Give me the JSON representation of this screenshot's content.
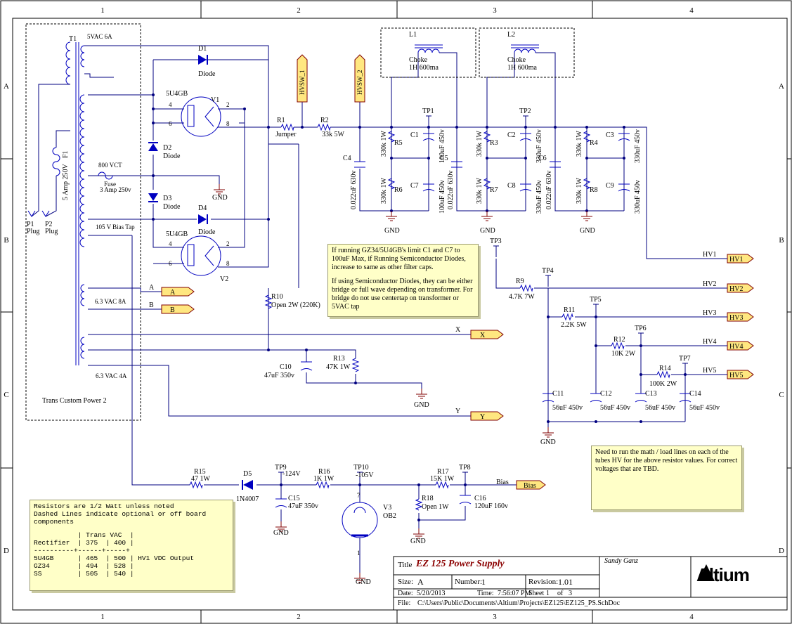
{
  "border": {
    "cols": [
      "1",
      "2",
      "3",
      "4"
    ],
    "rows": [
      "A",
      "B",
      "C",
      "D"
    ]
  },
  "transformer": {
    "ref": "T1",
    "w1": "5VAC 6A",
    "w2": "800 VCT",
    "w3": "105 V Bias Tap",
    "w4": "6.3 VAC 8A",
    "w5": "6.3 VAC 4A",
    "box_label": "Trans Custom Power 2",
    "fuse_lbl": "Fuse",
    "fuse_val": "3 Amp 250v"
  },
  "fuse_f1": {
    "ref": "F1",
    "val": "5 Amp 250V"
  },
  "plugs": {
    "p1": "P1",
    "p1v": "Plug",
    "p2": "P2",
    "p2v": "Plug"
  },
  "diodes": {
    "d1": "D1",
    "d2": "D2",
    "d3": "D3",
    "d4": "D4",
    "val": "Diode"
  },
  "tubes": {
    "v1": "V1",
    "v2": "V2",
    "type": "5U4GB",
    "p4": "4",
    "p6": "6",
    "p2": "2",
    "p8": "8",
    "v3": "V3",
    "v3type": "OB2",
    "v3pin7": "7",
    "v3pin1": "1"
  },
  "chokes": {
    "l1": "L1",
    "l2": "L2",
    "name": "Choke",
    "val": "1H 600ma"
  },
  "ports_top": {
    "hvsw1": "HVSW_1",
    "hvsw2": "HVSW_2"
  },
  "resistors": {
    "r1": "R1",
    "r1v": "Jumper",
    "r2": "R2",
    "r2v": "33k 5W",
    "r3": "R3",
    "r4": "R4",
    "r5": "R5",
    "r6": "R6",
    "r7": "R7",
    "r8": "R8",
    "r_bleed": "330k 1W",
    "r9": "R9",
    "r9v": "4.7K 7W",
    "r10": "R10",
    "r10v": "Open 2W (220K)",
    "r11": "R11",
    "r11v": "2.2K 5W",
    "r12": "R12",
    "r12v": "10K 2W",
    "r13": "R13",
    "r13v": "47K 1W",
    "r14": "R14",
    "r14v": "100K 2W",
    "r15": "R15",
    "r15v": "47 1W",
    "r16": "R16",
    "r16v": "1K 1W",
    "r17": "R17",
    "r17v": "15K 1W",
    "r18": "R18",
    "r18v": "Open 1W"
  },
  "caps": {
    "c1": "C1",
    "c1v": "100uF 450v",
    "c2": "C2",
    "c2v": "330uF 450v",
    "c3": "C3",
    "c3v": "330uF 450v",
    "c4": "C4",
    "c4v": "0.022uF 630v",
    "c5": "C5",
    "c5v": "0.022uF 630v",
    "c6": "C6",
    "c6v": "0.022uF 630v",
    "c7": "C7",
    "c7v": "100uF 450v",
    "c8": "C8",
    "c8v": "330uF 450v",
    "c9": "C9",
    "c9v": "330uF 450v",
    "c10": "C10",
    "c10v": "47uF 350v",
    "c11": "C11",
    "c12": "C12",
    "c13": "C13",
    "c14": "C14",
    "c11v": "56uF 450v",
    "c15": "C15",
    "c15v": "47uF 350v",
    "c16": "C16",
    "c16v": "120uF 160v"
  },
  "testpoints": {
    "tp1": "TP1",
    "tp2": "TP2",
    "tp3": "TP3",
    "tp4": "TP4",
    "tp5": "TP5",
    "tp6": "TP6",
    "tp7": "TP7",
    "tp8": "TP8",
    "tp9": "TP9",
    "tp10": "TP10",
    "tp9v": "-124V",
    "tp10v": "-105V"
  },
  "diode_d5": {
    "ref": "D5",
    "val": "1N4007"
  },
  "gnd": "GND",
  "nets": {
    "a": "A",
    "b": "B",
    "x": "X",
    "y": "Y",
    "hv1": "HV1",
    "hv2": "HV2",
    "hv3": "HV3",
    "hv4": "HV4",
    "hv5": "HV5",
    "bias": "Bias"
  },
  "notes": {
    "n1_p1": "If running GZ34/5U4GB's limit C1 and C7 to 100uF Max, if Running Semiconductor Diodes, increase to same as other filter caps.",
    "n1_p2": "If using Semiconductor Diodes, they can be either bridge or full wave depending on transformer. For bridge do not use centertap on transformer or 5VAC tap",
    "n2": "Need to run the math / load lines on each of the tubes HV for the above resistor values. For correct voltages that are TBD.",
    "n3_l1": "Resistors are 1/2 Watt unless noted",
    "n3_l2": "Dashed Lines indicate optional or off board components",
    "n3_table": "           | Trans VAC  |\nRectifier  | 375  | 400 |\n----------+------+-----+\n5U4GB      | 465  | 500 | HV1 VDC Output\nGZ34       | 494  | 528 |\nSS         | 505  | 540 |"
  },
  "titleblock": {
    "title_lbl": "Title",
    "title": "EZ 125 Power Supply",
    "author": "Sandy Ganz",
    "size_lbl": "Size:",
    "size": "A",
    "number_lbl": "Number:",
    "number": "1",
    "rev_lbl": "Revision:",
    "rev": "1.01",
    "date_lbl": "Date:",
    "date": "5/20/2013",
    "time_lbl": "Time:",
    "time": "7:56:07 PM",
    "sheet_lbl": "Sheet",
    "sheet": "1",
    "of_lbl": "of",
    "of": "3",
    "file_lbl": "File:",
    "file": "C:\\Users\\Public\\Documents\\Altium\\Projects\\EZ125\\EZ125_PS.SchDoc",
    "logo": "Altium"
  },
  "colors": {
    "wire": "#000080",
    "comp": "#0000c0",
    "text": "#000000",
    "title": "#8b0000",
    "port_fill": "#ffe780",
    "gnd": "#800000",
    "note": "#ffffc8"
  }
}
